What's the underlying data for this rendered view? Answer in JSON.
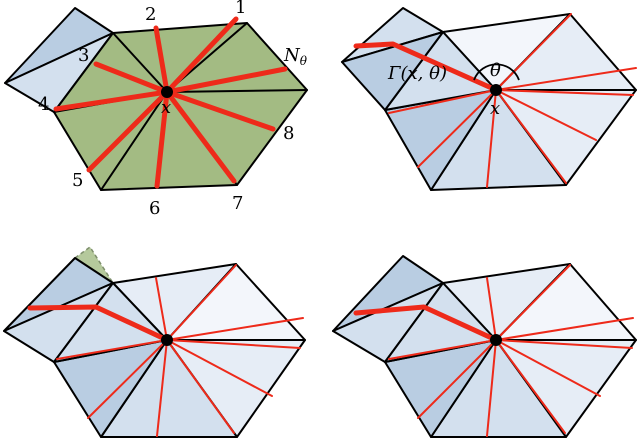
{
  "colors": {
    "mesh_fill_dark": "#b9cde2",
    "mesh_fill_mid": "#d3e0ee",
    "mesh_fill_light": "#e6edf6",
    "mesh_fill_lightest": "#f3f6fb",
    "highlight_fill": "#a3bb83",
    "highlight_fill_faint": "#b3c799",
    "ray_color": "#ee2a1a",
    "edge_color": "#000000",
    "vertex_color": "#000000"
  },
  "panel_a": {
    "ray_labels": [
      "1",
      "2",
      "3",
      "4",
      "5",
      "6",
      "7",
      "8"
    ],
    "ray_count_label": "N",
    "ray_count_subscript": "θ",
    "center_label": "x"
  },
  "panel_b": {
    "center_label": "x",
    "angle_label": "θ",
    "geodesic_label": "Γ(x, θ)"
  },
  "panel_c": {},
  "panel_d": {}
}
